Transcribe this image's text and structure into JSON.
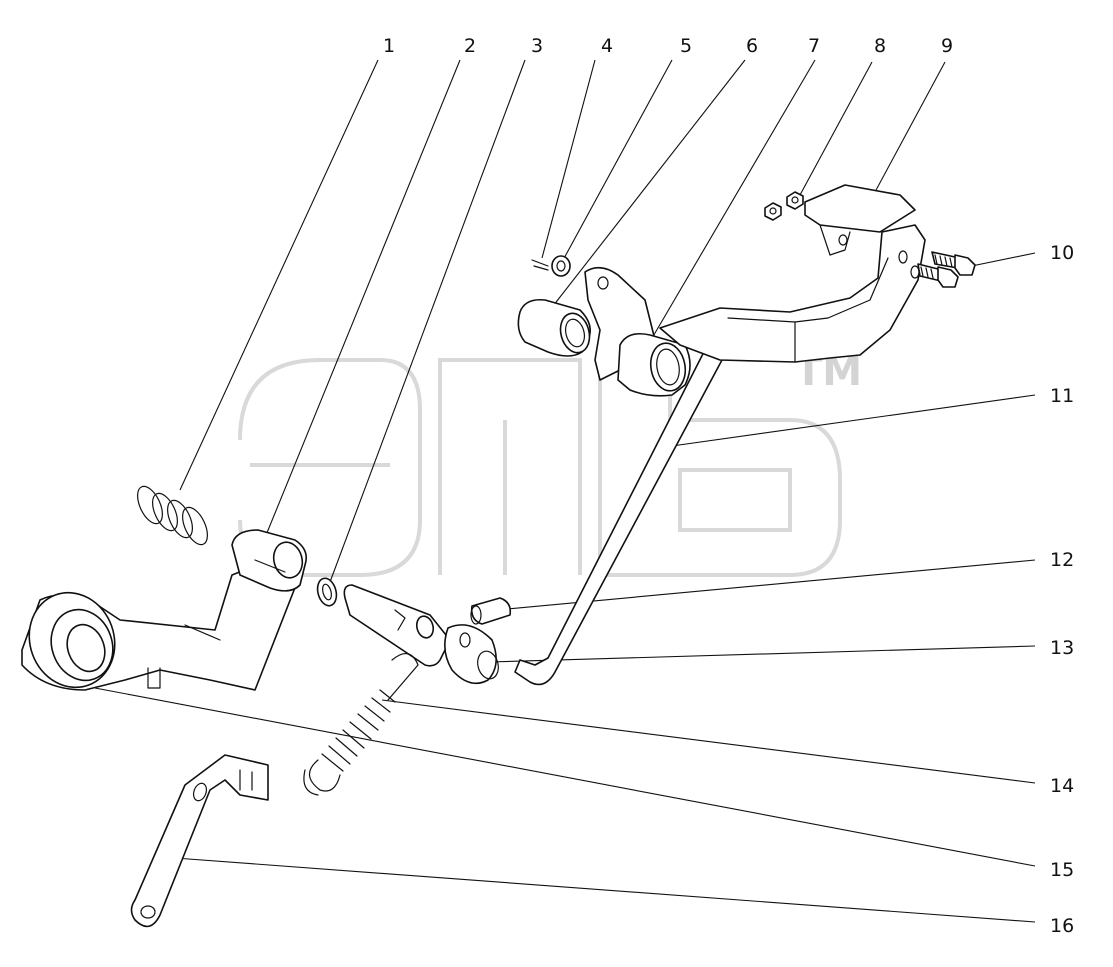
{
  "callouts": [
    {
      "id": "1",
      "label": "1"
    },
    {
      "id": "2",
      "label": "2"
    },
    {
      "id": "3",
      "label": "3"
    },
    {
      "id": "4",
      "label": "4"
    },
    {
      "id": "5",
      "label": "5"
    },
    {
      "id": "6",
      "label": "6"
    },
    {
      "id": "7",
      "label": "7"
    },
    {
      "id": "8",
      "label": "8"
    },
    {
      "id": "9",
      "label": "9"
    },
    {
      "id": "10",
      "label": "10"
    },
    {
      "id": "11",
      "label": "11"
    },
    {
      "id": "12",
      "label": "12"
    },
    {
      "id": "13",
      "label": "13"
    },
    {
      "id": "14",
      "label": "14"
    },
    {
      "id": "15",
      "label": "15"
    },
    {
      "id": "16",
      "label": "16"
    }
  ],
  "watermark": {
    "trademark": "TM"
  }
}
